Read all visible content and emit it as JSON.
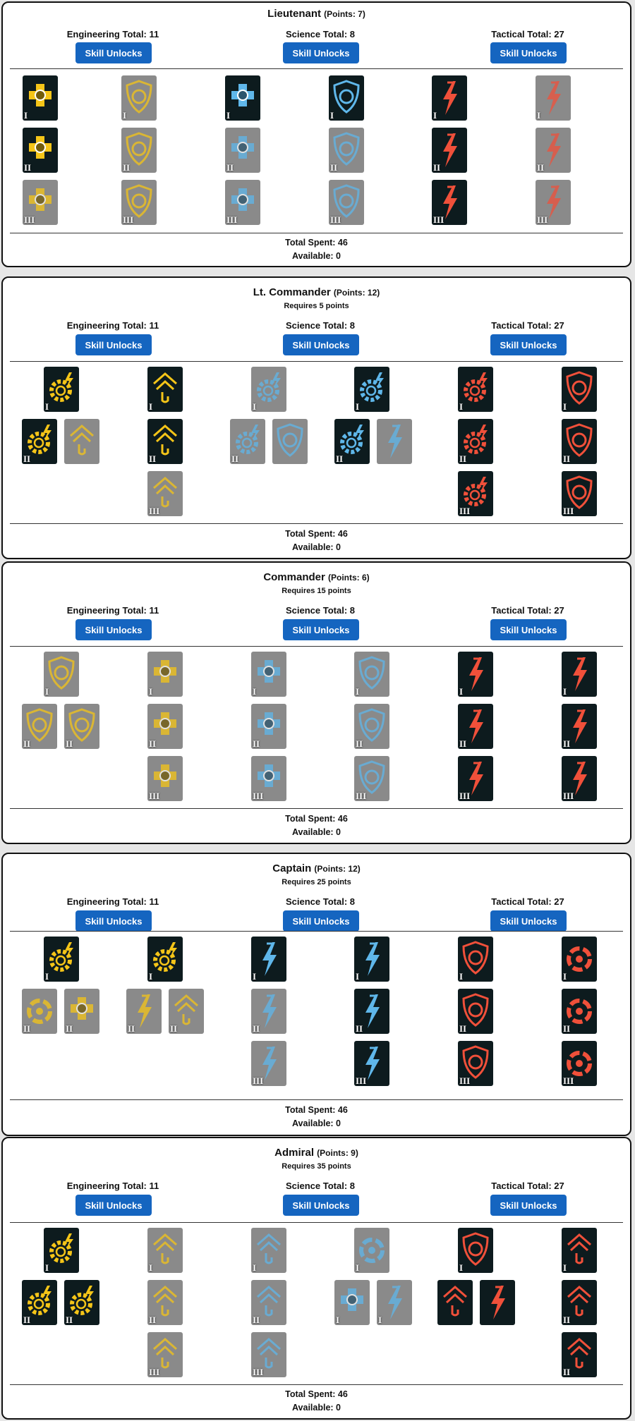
{
  "ranks": [
    {
      "title": "Lieutenant",
      "points": "(Points: 7)",
      "requires": "",
      "eng_total": "Engineering Total: 11",
      "sci_total": "Science Total: 8",
      "tac_total": "Tactical Total: 27",
      "button_label": "Skill Unlocks",
      "total_spent": "Total Spent: 46",
      "available": "Available: 0",
      "icons": [
        {
          "name": "engineering-cross-icon",
          "career": "eng",
          "shape": "cross",
          "numeral": "I",
          "state": "selected"
        },
        {
          "name": "engineering-shield-icon",
          "career": "eng",
          "shape": "shield",
          "numeral": "I",
          "state": "unselected"
        },
        {
          "name": "science-cross-icon",
          "career": "sci",
          "shape": "cross",
          "numeral": "I",
          "state": "selected"
        },
        {
          "name": "science-shield-icon",
          "career": "sci",
          "shape": "shield",
          "numeral": "I",
          "state": "selected"
        },
        {
          "name": "tactical-bolt-icon",
          "career": "tac",
          "shape": "bolt",
          "numeral": "I",
          "state": "selected"
        },
        {
          "name": "tactical-bolt-icon",
          "career": "tac",
          "shape": "bolt",
          "numeral": "I",
          "state": "unselected"
        },
        {
          "name": "engineering-cross-icon",
          "career": "eng",
          "shape": "cross",
          "numeral": "II",
          "state": "selected"
        },
        {
          "name": "engineering-shield-icon",
          "career": "eng",
          "shape": "shield",
          "numeral": "II",
          "state": "unselected"
        },
        {
          "name": "science-cross-icon",
          "career": "sci",
          "shape": "cross",
          "numeral": "II",
          "state": "unselected"
        },
        {
          "name": "science-shield-icon",
          "career": "sci",
          "shape": "shield",
          "numeral": "II",
          "state": "unselected"
        },
        {
          "name": "tactical-bolt-icon",
          "career": "tac",
          "shape": "bolt",
          "numeral": "II",
          "state": "selected"
        },
        {
          "name": "tactical-bolt-icon",
          "career": "tac",
          "shape": "bolt",
          "numeral": "II",
          "state": "unselected"
        },
        {
          "name": "engineering-cross-icon",
          "career": "eng",
          "shape": "cross",
          "numeral": "III",
          "state": "unselected"
        },
        {
          "name": "engineering-shield-icon",
          "career": "eng",
          "shape": "shield",
          "numeral": "III",
          "state": "unselected"
        },
        {
          "name": "science-cross-icon",
          "career": "sci",
          "shape": "cross",
          "numeral": "III",
          "state": "unselected"
        },
        {
          "name": "science-shield-icon",
          "career": "sci",
          "shape": "shield",
          "numeral": "III",
          "state": "unselected"
        },
        {
          "name": "tactical-bolt-icon",
          "career": "tac",
          "shape": "bolt",
          "numeral": "III",
          "state": "selected"
        },
        {
          "name": "tactical-bolt-icon",
          "career": "tac",
          "shape": "bolt",
          "numeral": "III",
          "state": "unselected"
        }
      ]
    },
    {
      "title": "Lt. Commander",
      "points": "(Points: 12)",
      "requires": "Requires 5 points",
      "eng_total": "Engineering Total: 11",
      "sci_total": "Science Total: 8",
      "tac_total": "Tactical Total: 27",
      "button_label": "Skill Unlocks",
      "total_spent": "Total Spent: 46",
      "available": "Available: 0",
      "icons": [
        {
          "name": "engineering-gear-icon",
          "career": "eng",
          "shape": "gear",
          "numeral": "I",
          "state": "selected"
        },
        {
          "name": "engineering-chevron-icon",
          "career": "eng",
          "shape": "chevron",
          "numeral": "I",
          "state": "selected"
        },
        {
          "name": "science-gear-icon",
          "career": "sci",
          "shape": "gear",
          "numeral": "I",
          "state": "unselected"
        },
        {
          "name": "science-gear-icon",
          "career": "sci",
          "shape": "gear",
          "numeral": "I",
          "state": "selected"
        },
        {
          "name": "tactical-gear-icon",
          "career": "tac",
          "shape": "gear",
          "numeral": "I",
          "state": "selected"
        },
        {
          "name": "tactical-shield-icon",
          "career": "tac",
          "shape": "shield",
          "numeral": "I",
          "state": "selected"
        },
        {
          "name": "engineering-gear-icon",
          "career": "eng",
          "shape": "gear",
          "numeral": "II",
          "state": "selected"
        },
        {
          "name": "engineering-chevron-icon",
          "career": "eng",
          "shape": "chevron",
          "numeral": "",
          "state": "unselected"
        },
        {
          "name": "engineering-chevron-icon",
          "career": "eng",
          "shape": "chevron",
          "numeral": "II",
          "state": "selected"
        },
        {
          "name": "science-gear-icon",
          "career": "sci",
          "shape": "gear",
          "numeral": "II",
          "state": "unselected"
        },
        {
          "name": "science-shield-icon",
          "career": "sci",
          "shape": "shield",
          "numeral": "",
          "state": "unselected"
        },
        {
          "name": "science-gear-icon",
          "career": "sci",
          "shape": "gear",
          "numeral": "II",
          "state": "selected"
        },
        {
          "name": "science-bolt-icon",
          "career": "sci",
          "shape": "bolt",
          "numeral": "",
          "state": "unselected"
        },
        {
          "name": "tactical-gear-icon",
          "career": "tac",
          "shape": "gear",
          "numeral": "II",
          "state": "selected"
        },
        {
          "name": "tactical-shield-icon",
          "career": "tac",
          "shape": "shield",
          "numeral": "II",
          "state": "selected"
        },
        {
          "name": "engineering-chevron-icon",
          "career": "eng",
          "shape": "chevron",
          "numeral": "III",
          "state": "unselected"
        },
        {
          "name": "tactical-gear-icon",
          "career": "tac",
          "shape": "gear",
          "numeral": "III",
          "state": "selected"
        },
        {
          "name": "tactical-shield-icon",
          "career": "tac",
          "shape": "shield",
          "numeral": "III",
          "state": "selected"
        }
      ]
    },
    {
      "title": "Commander",
      "points": "(Points: 6)",
      "requires": "Requires 15 points",
      "eng_total": "Engineering Total: 11",
      "sci_total": "Science Total: 8",
      "tac_total": "Tactical Total: 27",
      "button_label": "Skill Unlocks",
      "total_spent": "Total Spent: 46",
      "available": "Available: 0",
      "icons": [
        {
          "name": "engineering-shield-icon",
          "career": "eng",
          "shape": "shield",
          "numeral": "I",
          "state": "unselected"
        },
        {
          "name": "engineering-cross-icon",
          "career": "eng",
          "shape": "cross",
          "numeral": "I",
          "state": "unselected"
        },
        {
          "name": "science-cross-icon",
          "career": "sci",
          "shape": "cross",
          "numeral": "I",
          "state": "unselected"
        },
        {
          "name": "science-shield-icon",
          "career": "sci",
          "shape": "shield",
          "numeral": "I",
          "state": "unselected"
        },
        {
          "name": "tactical-bolt-icon",
          "career": "tac",
          "shape": "bolt",
          "numeral": "I",
          "state": "selected"
        },
        {
          "name": "tactical-bolt-icon",
          "career": "tac",
          "shape": "bolt",
          "numeral": "I",
          "state": "selected"
        },
        {
          "name": "engineering-shield-icon",
          "career": "eng",
          "shape": "shield",
          "numeral": "II",
          "state": "unselected"
        },
        {
          "name": "engineering-shield-icon",
          "career": "eng",
          "shape": "shield",
          "numeral": "II",
          "state": "unselected"
        },
        {
          "name": "engineering-cross-icon",
          "career": "eng",
          "shape": "cross",
          "numeral": "II",
          "state": "unselected"
        },
        {
          "name": "science-cross-icon",
          "career": "sci",
          "shape": "cross",
          "numeral": "II",
          "state": "unselected"
        },
        {
          "name": "science-shield-icon",
          "career": "sci",
          "shape": "shield",
          "numeral": "II",
          "state": "unselected"
        },
        {
          "name": "tactical-bolt-icon",
          "career": "tac",
          "shape": "bolt",
          "numeral": "II",
          "state": "selected"
        },
        {
          "name": "tactical-bolt-icon",
          "career": "tac",
          "shape": "bolt",
          "numeral": "II",
          "state": "selected"
        },
        {
          "name": "engineering-cross-icon",
          "career": "eng",
          "shape": "cross",
          "numeral": "III",
          "state": "unselected"
        },
        {
          "name": "science-cross-icon",
          "career": "sci",
          "shape": "cross",
          "numeral": "III",
          "state": "unselected"
        },
        {
          "name": "science-shield-icon",
          "career": "sci",
          "shape": "shield",
          "numeral": "III",
          "state": "unselected"
        },
        {
          "name": "tactical-bolt-icon",
          "career": "tac",
          "shape": "bolt",
          "numeral": "III",
          "state": "selected"
        },
        {
          "name": "tactical-bolt-icon",
          "career": "tac",
          "shape": "bolt",
          "numeral": "III",
          "state": "selected"
        }
      ]
    },
    {
      "title": "Captain",
      "points": "(Points: 12)",
      "requires": "Requires 25 points",
      "eng_total": "Engineering Total: 11",
      "sci_total": "Science Total: 8",
      "tac_total": "Tactical Total: 27",
      "button_label": "Skill Unlocks",
      "total_spent": "Total Spent: 46",
      "available": "Available: 0",
      "icons": [
        {
          "name": "engineering-gear-icon",
          "career": "eng",
          "shape": "gear",
          "numeral": "I",
          "state": "selected"
        },
        {
          "name": "engineering-gear-icon",
          "career": "eng",
          "shape": "gear",
          "numeral": "I",
          "state": "selected"
        },
        {
          "name": "science-bolt-icon",
          "career": "sci",
          "shape": "bolt",
          "numeral": "I",
          "state": "selected"
        },
        {
          "name": "science-bolt-icon",
          "career": "sci",
          "shape": "bolt",
          "numeral": "I",
          "state": "selected"
        },
        {
          "name": "tactical-shield-icon",
          "career": "tac",
          "shape": "shield",
          "numeral": "I",
          "state": "selected"
        },
        {
          "name": "tactical-ring-icon",
          "career": "tac",
          "shape": "ring",
          "numeral": "I",
          "state": "selected"
        },
        {
          "name": "engineering-ring-icon",
          "career": "eng",
          "shape": "ring",
          "numeral": "II",
          "state": "unselected"
        },
        {
          "name": "engineering-cross-icon",
          "career": "eng",
          "shape": "cross",
          "numeral": "II",
          "state": "unselected"
        },
        {
          "name": "engineering-bolt-icon",
          "career": "eng",
          "shape": "bolt",
          "numeral": "II",
          "state": "unselected"
        },
        {
          "name": "engineering-chevron-icon",
          "career": "eng",
          "shape": "chevron",
          "numeral": "II",
          "state": "unselected"
        },
        {
          "name": "science-bolt-icon",
          "career": "sci",
          "shape": "bolt",
          "numeral": "II",
          "state": "unselected"
        },
        {
          "name": "science-bolt-icon",
          "career": "sci",
          "shape": "bolt",
          "numeral": "II",
          "state": "selected"
        },
        {
          "name": "tactical-shield-icon",
          "career": "tac",
          "shape": "shield",
          "numeral": "II",
          "state": "selected"
        },
        {
          "name": "tactical-ring-icon",
          "career": "tac",
          "shape": "ring",
          "numeral": "II",
          "state": "selected"
        },
        {
          "name": "science-bolt-icon",
          "career": "sci",
          "shape": "bolt",
          "numeral": "III",
          "state": "unselected"
        },
        {
          "name": "science-bolt-icon",
          "career": "sci",
          "shape": "bolt",
          "numeral": "III",
          "state": "selected"
        },
        {
          "name": "tactical-shield-icon",
          "career": "tac",
          "shape": "shield",
          "numeral": "III",
          "state": "selected"
        },
        {
          "name": "tactical-ring-icon",
          "career": "tac",
          "shape": "ring",
          "numeral": "III",
          "state": "selected"
        }
      ]
    },
    {
      "title": "Admiral",
      "points": "(Points: 9)",
      "requires": "Requires 35 points",
      "eng_total": "Engineering Total: 11",
      "sci_total": "Science Total: 8",
      "tac_total": "Tactical Total: 27",
      "button_label": "Skill Unlocks",
      "total_spent": "Total Spent: 46",
      "available": "Available: 0",
      "icons": [
        {
          "name": "engineering-gear-icon",
          "career": "eng",
          "shape": "gear",
          "numeral": "I",
          "state": "selected"
        },
        {
          "name": "engineering-chevron-icon",
          "career": "eng",
          "shape": "chevron",
          "numeral": "I",
          "state": "unselected"
        },
        {
          "name": "science-chevron-icon",
          "career": "sci",
          "shape": "chevron",
          "numeral": "I",
          "state": "unselected"
        },
        {
          "name": "science-ring-icon",
          "career": "sci",
          "shape": "ring",
          "numeral": "I",
          "state": "unselected"
        },
        {
          "name": "tactical-shield-icon",
          "career": "tac",
          "shape": "shield",
          "numeral": "I",
          "state": "selected"
        },
        {
          "name": "tactical-chevron-icon",
          "career": "tac",
          "shape": "chevron",
          "numeral": "I",
          "state": "selected"
        },
        {
          "name": "engineering-gear-icon",
          "career": "eng",
          "shape": "gear",
          "numeral": "II",
          "state": "selected"
        },
        {
          "name": "engineering-gear-icon",
          "career": "eng",
          "shape": "gear",
          "numeral": "II",
          "state": "selected"
        },
        {
          "name": "engineering-chevron-icon",
          "career": "eng",
          "shape": "chevron",
          "numeral": "II",
          "state": "unselected"
        },
        {
          "name": "science-chevron-icon",
          "career": "sci",
          "shape": "chevron",
          "numeral": "II",
          "state": "unselected"
        },
        {
          "name": "science-cross-icon",
          "career": "sci",
          "shape": "cross",
          "numeral": "I",
          "state": "unselected"
        },
        {
          "name": "science-bolt-icon",
          "career": "sci",
          "shape": "bolt",
          "numeral": "I",
          "state": "unselected"
        },
        {
          "name": "tactical-chevron-icon",
          "career": "tac",
          "shape": "chevron",
          "numeral": "",
          "state": "selected"
        },
        {
          "name": "tactical-bolt-icon",
          "career": "tac",
          "shape": "bolt",
          "numeral": "",
          "state": "selected"
        },
        {
          "name": "tactical-chevron-icon",
          "career": "tac",
          "shape": "chevron",
          "numeral": "II",
          "state": "selected"
        },
        {
          "name": "engineering-chevron-icon",
          "career": "eng",
          "shape": "chevron",
          "numeral": "III",
          "state": "unselected"
        },
        {
          "name": "science-chevron-icon",
          "career": "sci",
          "shape": "chevron",
          "numeral": "III",
          "state": "unselected"
        },
        {
          "name": "tactical-chevron-icon",
          "career": "tac",
          "shape": "chevron",
          "numeral": "II",
          "state": "selected"
        }
      ]
    }
  ],
  "colors": {
    "eng": "#f5c518",
    "sci": "#5fb7ea",
    "tac": "#f0503a",
    "selected_bg": "#0d1b1e",
    "unselected_bg": "#8a8a8a",
    "button": "#1565c0"
  }
}
